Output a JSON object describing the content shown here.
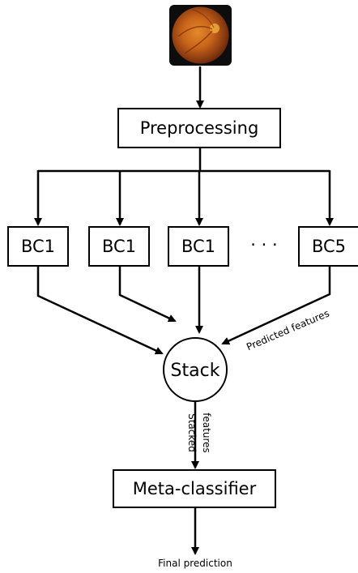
{
  "diagram": {
    "input_image": {
      "icon": "retinal-fundus-image"
    },
    "preprocessing_label": "Preprocessing",
    "classifiers": [
      {
        "label": "BC1"
      },
      {
        "label": "BC1"
      },
      {
        "label": "BC1"
      },
      {
        "label": "BC5"
      }
    ],
    "ellipsis": "· · ·",
    "stack_label": "Stack",
    "predicted_features_label": "Predicted features",
    "stacked_features_label_line1": "Stacked",
    "stacked_features_label_line2": "features",
    "meta_classifier_label": "Meta-classifier",
    "final_prediction_label": "Final prediction"
  }
}
